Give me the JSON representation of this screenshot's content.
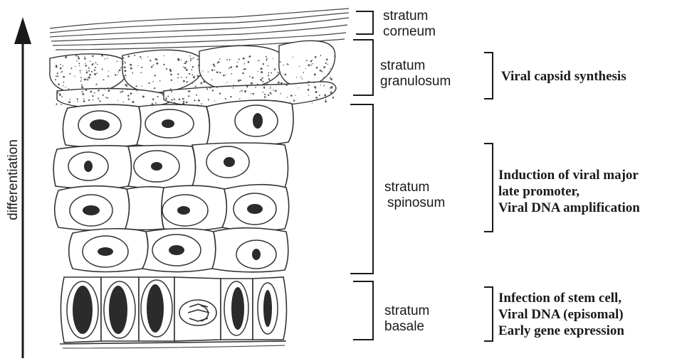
{
  "axis_label": "differentiation",
  "layers": [
    {
      "id": "corneum",
      "line1": "stratum",
      "line2": "corneum"
    },
    {
      "id": "granulosum",
      "line1": "stratum",
      "line2": "granulosum"
    },
    {
      "id": "spinosum",
      "line1": "stratum",
      "line2": "spinosum"
    },
    {
      "id": "basale",
      "line1": "stratum",
      "line2": "basale"
    }
  ],
  "events": {
    "granulosum": {
      "line1": "Viral capsid synthesis"
    },
    "spinosum": {
      "line1": "Induction of viral major",
      "line2": "late promoter,",
      "line3": "Viral DNA amplification"
    },
    "basale": {
      "line1": "Infection of stem cell,",
      "line2": "Viral DNA (episomal)",
      "line3": "Early gene expression"
    }
  },
  "colors": {
    "ink": "#1a1a1a",
    "nucleus": "#2b2b2b",
    "granule": "#555555"
  }
}
